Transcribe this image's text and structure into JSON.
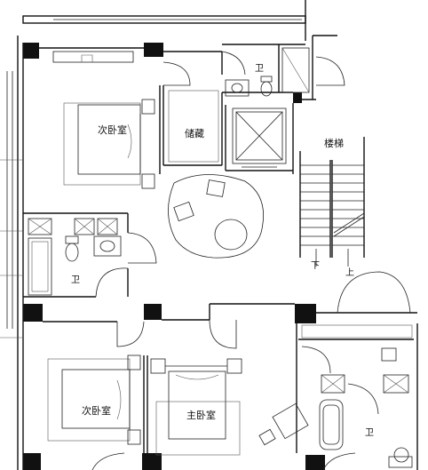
{
  "plan": {
    "rooms": {
      "second_bedroom_top": "次卧室",
      "storage": "储藏",
      "bathroom_top_right": "卫",
      "stairs": "楼梯",
      "bathroom_left": "卫",
      "second_bedroom_bottom": "次卧室",
      "master_bedroom": "主卧室",
      "bathroom_bottom_right": "卫"
    },
    "stair_marks": {
      "down": "下",
      "up": "上"
    }
  },
  "colors": {
    "ink": "#111111",
    "background": "#ffffff"
  }
}
